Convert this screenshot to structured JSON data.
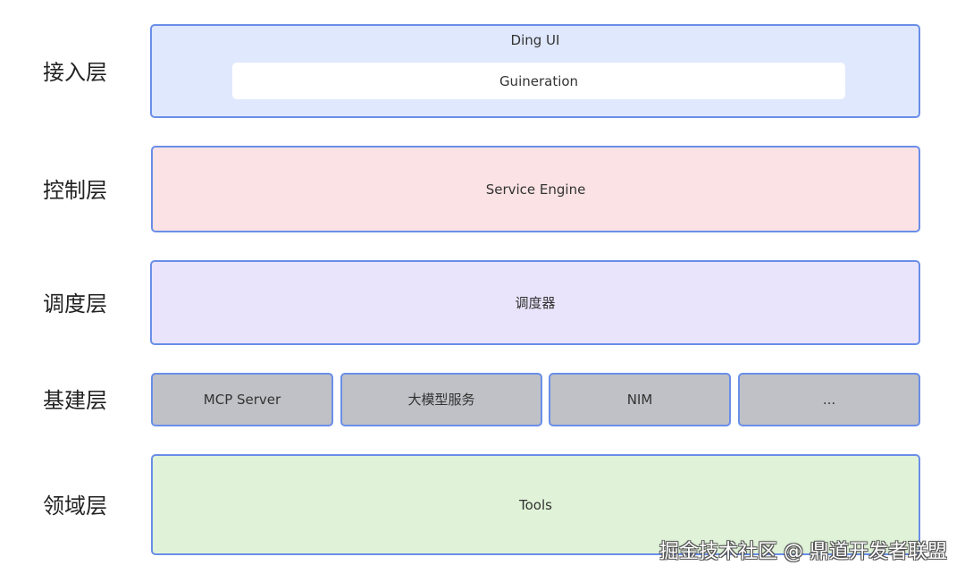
{
  "layers": {
    "access": {
      "label": "接入层",
      "box_title": "Ding UI",
      "inner_title": "Guineration"
    },
    "control": {
      "label": "控制层",
      "box_title": "Service Engine"
    },
    "dispatch": {
      "label": "调度层",
      "box_title": "调度器"
    },
    "infrastructure": {
      "label": "基建层",
      "items": [
        "MCP Server",
        "大模型服务",
        "NIM",
        "..."
      ]
    },
    "domain": {
      "label": "领域层",
      "box_title": "Tools"
    }
  },
  "watermark": "掘金技术社区 @ 鼎道开发者联盟",
  "colors": {
    "border": "#6a8ee8",
    "access_fill": "#dfe8fc",
    "control_fill": "#fbe2e4",
    "dispatch_fill": "#e9e4fb",
    "infrastructure_fill": "#bfc1c6",
    "domain_fill": "#e0f3d8"
  }
}
